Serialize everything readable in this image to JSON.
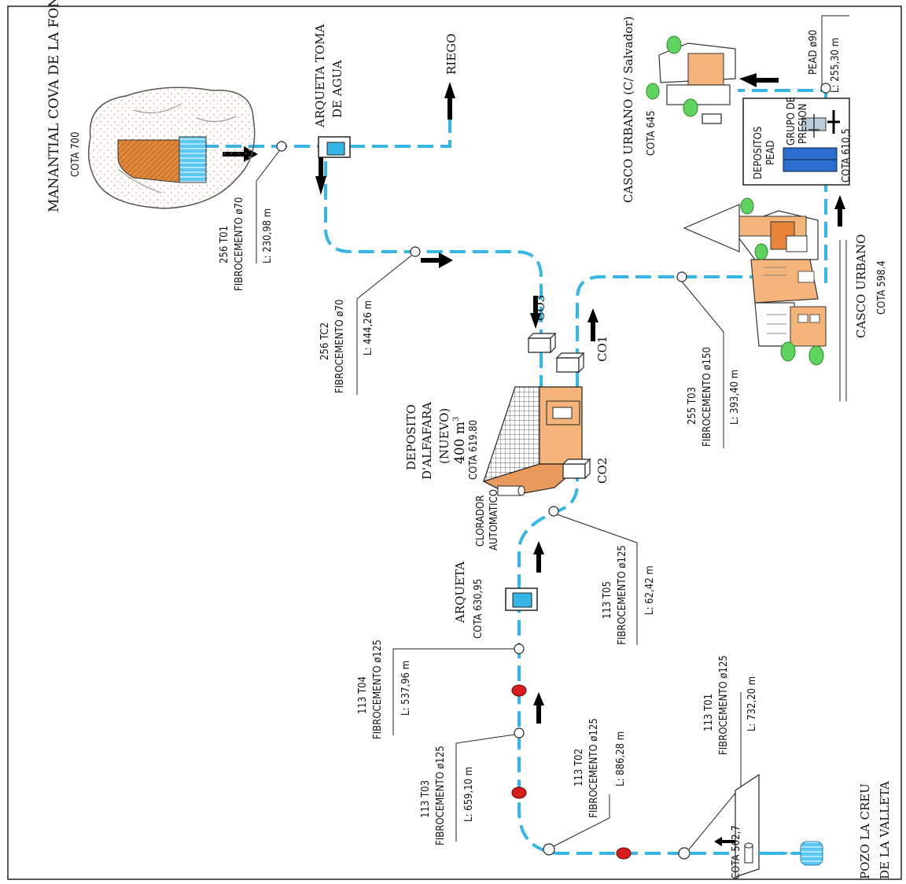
{
  "colors": {
    "pipe": "#35b6e6",
    "water": "#35b6e6",
    "building": "#f4b47a",
    "tree": "#5fd35f",
    "valve": "#d81b1b",
    "frame": "#222222"
  },
  "source": {
    "title": "MANANTIAL COVA DE LA FONT",
    "cota": "COTA 700"
  },
  "arqueta_toma": {
    "line1": "ARQUETA TOMA",
    "line2": "DE AGUA"
  },
  "riego": "RIEGO",
  "segments": {
    "t01_upper": {
      "code": "256 T01",
      "material": "FIBROCEMENTO ø70",
      "length": "L: 230,98 m"
    },
    "tc2": {
      "code": "256 TC2",
      "material": "FIBROCEMENTO ø70",
      "length": "L: 444,26 m"
    },
    "t03_urban": {
      "code": "255 T03",
      "material": "FIBROCEMENTO ø150",
      "length": "L: 393,40 m"
    },
    "t05": {
      "code": "113 T05",
      "material": "FIBROCEMENTO ø125",
      "length": "L: 62,42 m"
    },
    "t04": {
      "code": "113 T04",
      "material": "FIBROCEMENTO ø125",
      "length": "L: 537,96 m"
    },
    "t02": {
      "code": "113 T02",
      "material": "FIBROCEMENTO ø125",
      "length": "L: 886,28 m"
    },
    "t03_lower": {
      "code": "113 T03",
      "material": "FIBROCEMENTO ø125",
      "length": "L: 659,10 m"
    },
    "t01_lower": {
      "code": "113 T01",
      "material": "FIBROCEMENTO ø125",
      "length": "L: 732,20 m"
    },
    "pead": {
      "material": "PEAD ø90",
      "length": "L: 255,30 m"
    }
  },
  "deposit": {
    "line1": "DEPOSITO",
    "line2": "D'ALFAFARA",
    "line3": "(NUEVO)",
    "volume": "400 m",
    "volume_sup": "3",
    "cota": "COTA 619.80"
  },
  "valves": {
    "co1": "CO1",
    "co2": "CO2",
    "co3": "CO3"
  },
  "clorador": {
    "line1": "CLORADOR",
    "line2": "AUTOMATICO"
  },
  "arqueta": {
    "title": "ARQUETA",
    "cota": "COTA 630,95"
  },
  "casco_urbano": {
    "title": "CASCO URBANO",
    "cota": "COTA 598.4"
  },
  "casco_salvador": {
    "title": "CASCO URBANO (C/ Salvador)",
    "cota": "COTA 645"
  },
  "depositos": {
    "line1": "DEPOSITOS",
    "line2": "PEAD",
    "grupo1": "GRUPO DE",
    "grupo2": "PRESION",
    "cota": "COTA 610,5"
  },
  "pozo": {
    "line1": "POZO LA CREU",
    "line2": "DE LA VALLETA",
    "cota": "COTA 562,7"
  }
}
